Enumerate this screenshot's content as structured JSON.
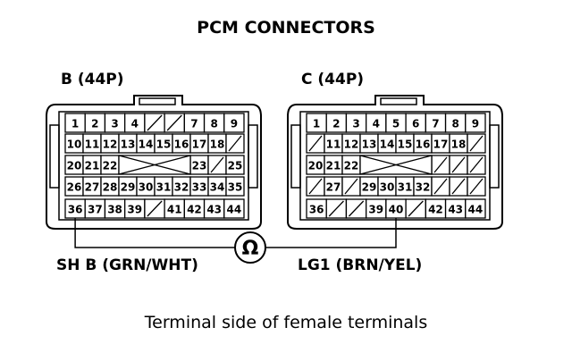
{
  "title": "PCM CONNECTORS",
  "caption": "Terminal side of female terminals",
  "meter_symbol": "Ω",
  "connectors": [
    {
      "name": "B (44P)",
      "wire_label": "SH B (GRN/WHT)",
      "probe_terminal": "36",
      "rows": [
        [
          "1",
          "2",
          "3",
          "4",
          "/",
          "/",
          "7",
          "8",
          "9"
        ],
        [
          "10",
          "11",
          "12",
          "13",
          "14",
          "15",
          "16",
          "17",
          "18",
          "/"
        ],
        [
          "20",
          "21",
          "22",
          "",
          "",
          "",
          "",
          "23",
          "/",
          "25"
        ],
        [
          "26",
          "27",
          "28",
          "29",
          "30",
          "31",
          "32",
          "33",
          "34",
          "35"
        ],
        [
          "36",
          "37",
          "38",
          "39",
          "/",
          "41",
          "42",
          "43",
          "44"
        ]
      ]
    },
    {
      "name": "C (44P)",
      "wire_label": "LG1 (BRN/YEL)",
      "probe_terminal": "40",
      "rows": [
        [
          "1",
          "2",
          "3",
          "4",
          "5",
          "6",
          "7",
          "8",
          "9"
        ],
        [
          "/",
          "11",
          "12",
          "13",
          "14",
          "15",
          "16",
          "17",
          "18",
          "/"
        ],
        [
          "20",
          "21",
          "22",
          "",
          "",
          "",
          "",
          "/",
          "/",
          "/"
        ],
        [
          "/",
          "27",
          "/",
          "29",
          "30",
          "31",
          "32",
          "/",
          "/",
          "/"
        ],
        [
          "36",
          "/",
          "/",
          "39",
          "40",
          "/",
          "42",
          "43",
          "44"
        ]
      ]
    }
  ]
}
